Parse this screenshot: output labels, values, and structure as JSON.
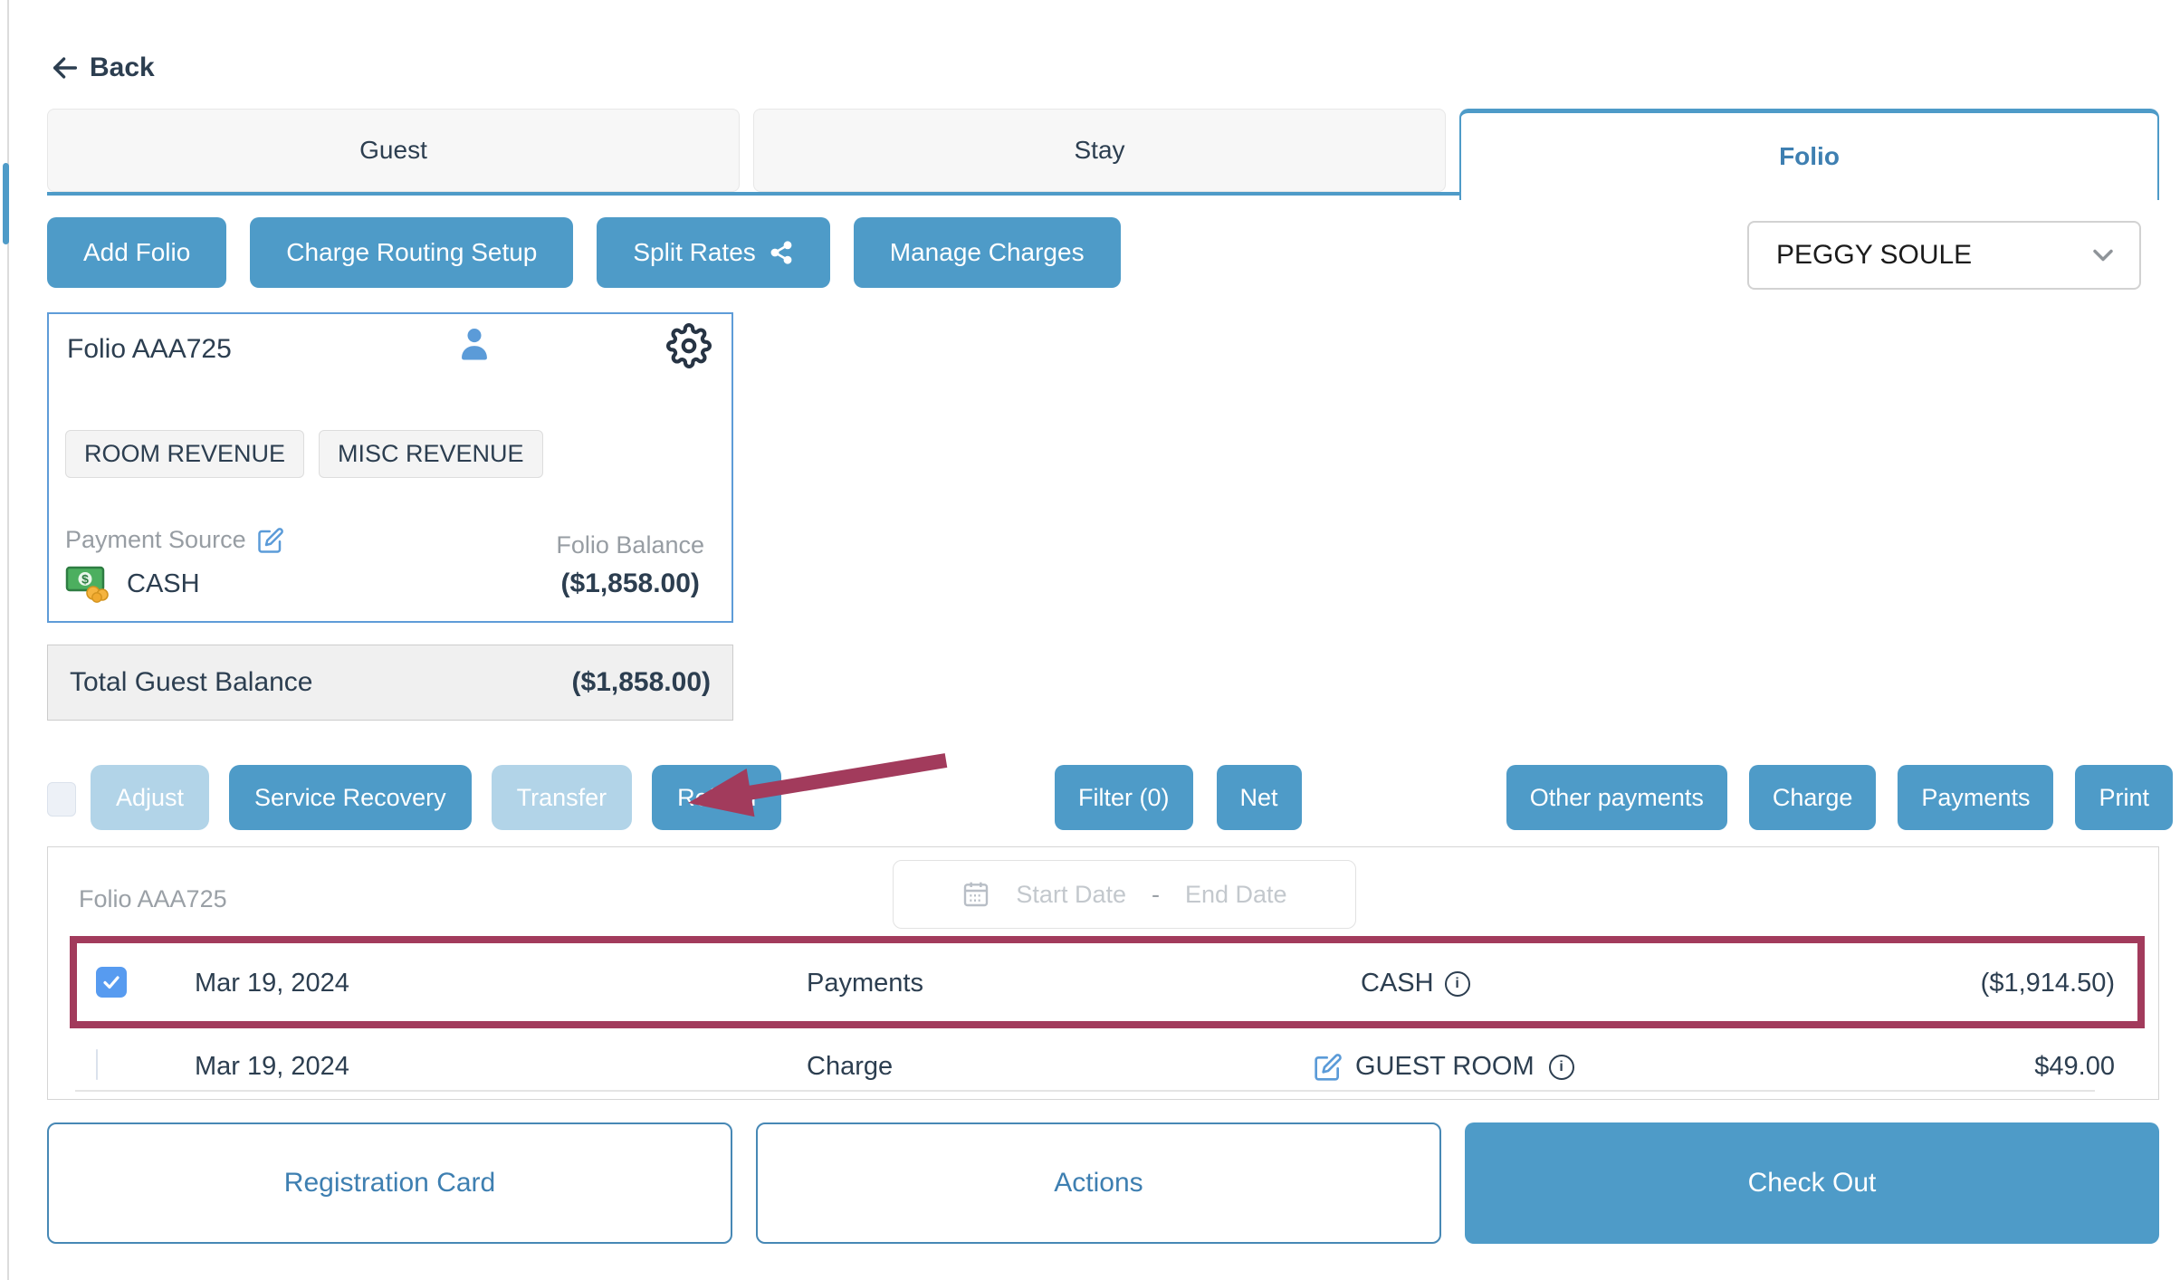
{
  "header": {
    "back_label": "Back"
  },
  "tabs": [
    {
      "label": "Guest",
      "active": false
    },
    {
      "label": "Stay",
      "active": false
    },
    {
      "label": "Folio",
      "active": true
    }
  ],
  "toolbar": {
    "add_folio": "Add Folio",
    "charge_routing_setup": "Charge Routing Setup",
    "split_rates": "Split Rates",
    "manage_charges": "Manage Charges"
  },
  "guest_selector": {
    "value": "PEGGY SOULE"
  },
  "folio_card": {
    "title": "Folio AAA725",
    "tags": [
      "ROOM REVENUE",
      "MISC REVENUE"
    ],
    "payment_source_label": "Payment Source",
    "payment_source_value": "CASH",
    "balance_label": "Folio Balance",
    "balance_value": "($1,858.00)"
  },
  "total_balance": {
    "label": "Total Guest Balance",
    "value": "($1,858.00)"
  },
  "actions_bar": {
    "adjust": "Adjust",
    "service_recovery": "Service Recovery",
    "transfer": "Transfer",
    "refund": "Refund",
    "filter": "Filter (0)",
    "net": "Net",
    "other_payments": "Other payments",
    "charge": "Charge",
    "payments": "Payments",
    "print": "Print"
  },
  "transactions": {
    "folio_label": "Folio AAA725",
    "date_filter": {
      "start_placeholder": "Start Date",
      "separator": "-",
      "end_placeholder": "End Date"
    },
    "rows": [
      {
        "date": "Mar 19, 2024",
        "type": "Payments",
        "description": "CASH",
        "amount": "($1,914.50)",
        "checked": true,
        "highlighted": true
      },
      {
        "date": "Mar 19, 2024",
        "type": "Charge",
        "description": "GUEST ROOM",
        "amount": "$49.00",
        "checked": false,
        "highlighted": false
      }
    ]
  },
  "footer": {
    "registration_card": "Registration Card",
    "actions": "Actions",
    "check_out": "Check Out"
  },
  "colors": {
    "primary_blue": "#4e9bc8",
    "disabled_blue": "#b2d4e8",
    "navy_text": "#2c3e50",
    "folio_link_blue": "#3e7fb1",
    "annotation_maroon": "#a23b5c",
    "checked_checkbox_blue": "#579bf0"
  }
}
